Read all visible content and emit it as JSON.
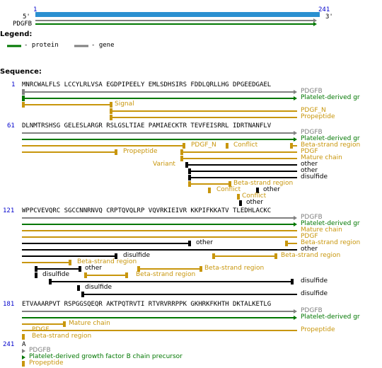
{
  "overview": {
    "start_num": "1",
    "end_num": "241",
    "five_prime": "5'",
    "three_prime": "3'",
    "gene_label": "PDGFB"
  },
  "legend": {
    "title": "Legend:",
    "protein_label": "- protein",
    "gene_label": "- gene",
    "protein_color": "#007700",
    "gene_color": "#808080"
  },
  "sequence": {
    "title": "Sequence:",
    "blocks": [
      {
        "pos": "1",
        "text": "MNRCWALFLS LCCYLRLVSA EGDPIPEELY EMLSDHSIRS FDDLQRLLHG DPGEEDGAEL",
        "labels": [
          "PDGFB",
          "Platelet-derived gr",
          "Signal",
          "PDGF_N",
          "Propeptide"
        ]
      },
      {
        "pos": "61",
        "text": "DLNMTRSHSG GELESLARGR RSLGSLTIAE PAMIAECKTR TEVFEISRRL IDRTNANFLV",
        "labels": [
          "PDGFB",
          "Platelet-derived gr",
          "PDGF_N",
          "Conflict",
          "Beta-strand region",
          "Propeptide",
          "PDGF",
          "Mature chain",
          "Variant",
          "other",
          "other",
          "disulfide",
          "Beta-strand region",
          "Conflict",
          "other",
          "Conflict",
          "other"
        ]
      },
      {
        "pos": "121",
        "text": "WPPCVEVQRC SGCCNNRNVQ CRPTQVQLRP VQVRKIEIVR KKPIFKKATV TLEDHLACKC",
        "labels": [
          "PDGFB",
          "Platelet-derived gr",
          "Mature chain",
          "PDGF",
          "other",
          "Beta-strand region",
          "other",
          "disulfide",
          "Beta-strand region",
          "Beta-strand region",
          "other",
          "Beta-strand region",
          "disulfide",
          "Beta-strand region",
          "disulfide",
          "disulfide",
          "disulfide"
        ]
      },
      {
        "pos": "181",
        "text": "ETVAAARPVT RSPGGSQEQR AKTPQTRVTI RTVRVRRPPK GKHRKFKHTH DKTALKETLG",
        "labels": [
          "PDGFB",
          "Platelet-derived gr",
          "Mature chain",
          "PDGF",
          "Propeptide",
          "Beta-strand region"
        ]
      },
      {
        "pos": "241",
        "text": "A",
        "labels": [
          "PDGFB",
          "Platelet-derived growth factor B chain precursor",
          "Propeptide"
        ]
      }
    ]
  },
  "colors": {
    "overview_bar": "#2a8fd0",
    "gene": "#808080",
    "protein": "#007700",
    "feature": "#c8960c",
    "other": "#000000",
    "position_number": "#0000cc"
  }
}
